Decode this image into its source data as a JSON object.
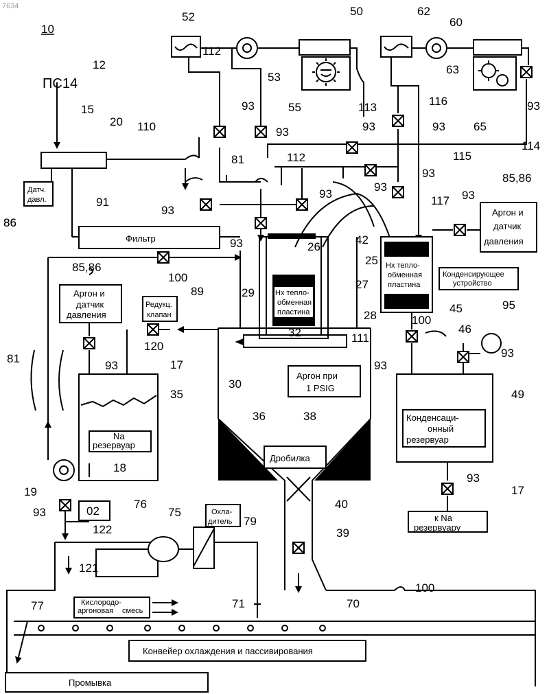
{
  "corner_id": "7634",
  "figure_number": "10",
  "labels": {
    "ps14": "ПС14",
    "filter": "Фильтр",
    "pressure_sensor_1": "Датч.",
    "pressure_sensor_2": "давл.",
    "argon_left_1": "Аргон и",
    "argon_left_2": "датчик",
    "argon_left_3": "давления",
    "reducer_1": "Редукц.",
    "reducer_2": "клапан",
    "na_res_1": "Na",
    "na_res_2": "резервуар",
    "hx_center_1": "Нх тепло-",
    "hx_center_2": "обменная",
    "hx_center_3": "пластина",
    "hx_right_1": "Нх тепло-",
    "hx_right_2": "обменная",
    "hx_right_3": "пластина",
    "condensing_1": "Конденсирующее",
    "condensing_2": "устройство",
    "argon_right_1": "Аргон и",
    "argon_right_2": "датчик",
    "argon_right_3": "давления",
    "argon_1psig_1": "Аргон при",
    "argon_1psig_2": "1 PSIG",
    "cond_res_1": "Конденсаци-",
    "cond_res_2": "онный",
    "cond_res_3": "резервуар",
    "crusher": "Дробилка",
    "to_na_1": "к Na",
    "to_na_2": "резервуару",
    "o2": "02",
    "cooler_1": "Охла-",
    "cooler_2": "дитель",
    "oxy_mix_1": "Кислородо-",
    "oxy_mix_2": "аргоновая",
    "oxy_mix_3": "смесь",
    "conveyor": "Конвейер охлаждения и пассивирования",
    "wash": "Промывка"
  },
  "reference_numerals": {
    "n12": "12",
    "n15": "15",
    "n20": "20",
    "n110": "110",
    "n86a": "86",
    "n86b": "86",
    "n91": "91",
    "n112a": "112",
    "n112b": "112",
    "n52": "52",
    "n53": "53",
    "n50": "50",
    "n55": "55",
    "n113": "113",
    "n62": "62",
    "n60": "60",
    "n63": "63",
    "n65": "65",
    "n116": "116",
    "n114": "114",
    "n115": "115",
    "n117": "117",
    "n85_86a": "85,86",
    "n85_86b": "85,86",
    "n81a": "81",
    "n81b": "81",
    "n100a": "100",
    "n100b": "100",
    "n100c": "100",
    "n89": "89",
    "n120": "120",
    "n26": "26",
    "n42": "42",
    "n25": "25",
    "n27": "27",
    "n28": "28",
    "n29": "29",
    "n32": "32",
    "n111": "111",
    "n45": "45",
    "n46": "46",
    "n95": "95",
    "n30": "30",
    "n35": "35",
    "n17a": "17",
    "n17b": "17",
    "n18": "18",
    "n19": "19",
    "n36": "36",
    "n38": "38",
    "n49": "49",
    "n40": "40",
    "n39": "39",
    "n75": "75",
    "n76": "76",
    "n79": "79",
    "n122": "122",
    "n121": "121",
    "n77": "77",
    "n71": "71",
    "n70": "70",
    "n93": "93"
  }
}
